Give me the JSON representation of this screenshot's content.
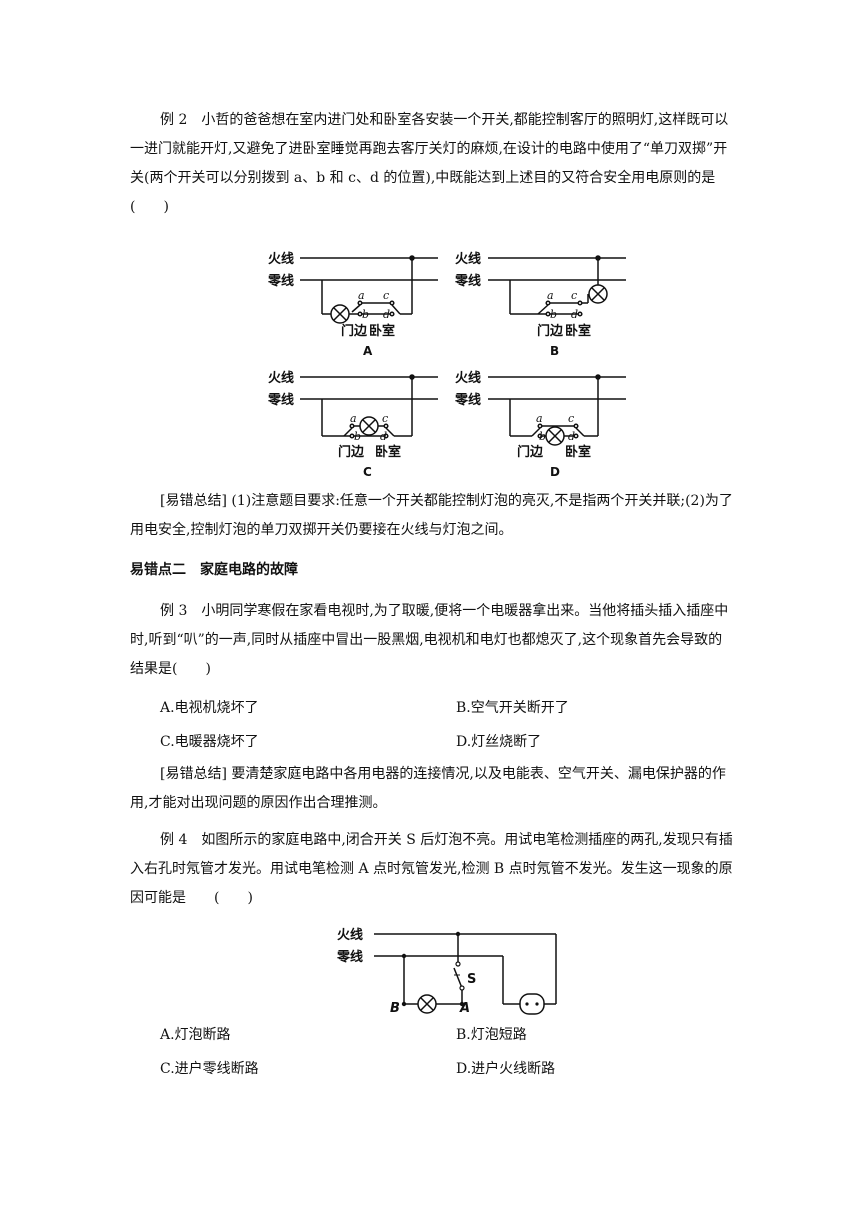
{
  "ex2": {
    "text": "例 2　小哲的爸爸想在室内进门处和卧室各安装一个开关,都能控制客厅的照明灯,这样既可以一进门就能开灯,又避免了进卧室睡觉再跑去客厅关灯的麻烦,在设计的电路中使用了“单刀双掷”开关(两个开关可以分别拨到 a、b 和 c、d 的位置),中既能达到上述目的又符合安全用电原则的是(　　)"
  },
  "circuit_labels": {
    "live": "火线",
    "neutral": "零线",
    "door": "门边",
    "bedroom": "卧室",
    "a": "a",
    "b": "b",
    "c": "c",
    "d": "d",
    "A": "A",
    "B": "B",
    "C": "C",
    "D": "D"
  },
  "summary1": "[易错总结] (1)注意题目要求:任意一个开关都能控制灯泡的亮灭,不是指两个开关并联;(2)为了用电安全,控制灯泡的单刀双掷开关仍要接在火线与灯泡之间。",
  "heading2": "易错点二　家庭电路的故障",
  "ex3": {
    "text": "例 3　小明同学寒假在家看电视时,为了取暖,便将一个电暖器拿出来。当他将插头插入插座中时,听到“叭”的一声,同时从插座中冒出一股黑烟,电视机和电灯也都熄灭了,这个现象首先会导致的结果是(　　)",
    "options": [
      "A.电视机烧坏了",
      "B.空气开关断开了",
      "C.电暖器烧坏了",
      "D.灯丝烧断了"
    ]
  },
  "summary2": "[易错总结] 要清楚家庭电路中各用电器的连接情况,以及电能表、空气开关、漏电保护器的作用,才能对出现问题的原因作出合理推测。",
  "ex4": {
    "text": "例 4　如图所示的家庭电路中,闭合开关 S 后灯泡不亮。用试电笔检测插座的两孔,发现只有插入右孔时氖管才发光。用试电笔检测 A 点时氖管发光,检测 B 点时氖管不发光。发生这一现象的原因可能是　　(　　)",
    "fig_labels": {
      "live": "火线",
      "neutral": "零线",
      "S": "S",
      "A": "A",
      "B": "B"
    },
    "options": [
      "A.灯泡断路",
      "B.灯泡短路",
      "C.进户零线断路",
      "D.进户火线断路"
    ]
  }
}
